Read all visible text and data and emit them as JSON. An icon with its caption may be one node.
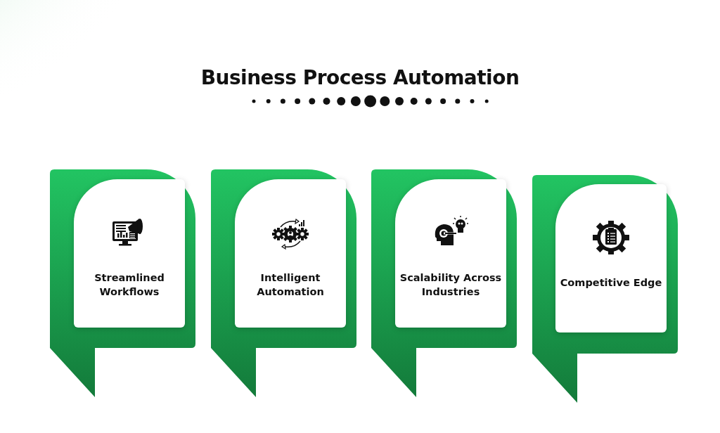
{
  "diagram": {
    "title": "Business Process Automation",
    "nodes": [
      {
        "text": [
          "Streamlined Workflows"
        ]
      },
      {
        "text": [
          "Intelligent Automation"
        ]
      },
      {
        "text": [
          "Scalability Across Industries"
        ]
      },
      {
        "text": [
          "Competitive Edge"
        ]
      }
    ]
  }
}
